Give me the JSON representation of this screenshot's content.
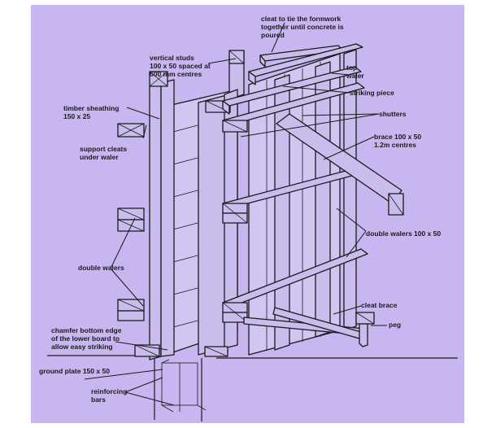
{
  "diagram": {
    "labels": {
      "cleat_top": "cleat to tie the formwork\ntogether until concrete is\npoured",
      "vertical_studs": "vertical studs\n100 x 50 spaced at\n600 mm centres",
      "top_waler": "top\nwaler",
      "striking_piece": "striking piece",
      "timber_sheathing": "timber sheathing\n150 x 25",
      "shutters": "shutters",
      "brace": "brace 100 x 50\n1.2m centres",
      "support_cleats": "support cleats\nunder waler",
      "double_walers_right": "double walers 100 x 50",
      "double_walers_left": "double walers",
      "cleat_brace": "cleat brace",
      "peg": "peg",
      "chamfer": "chamfer bottom edge\nof the lower board to\nallow easy striking",
      "ground_plate": "ground plate 150 x 50",
      "reinforcing_bars": "reinforcing\nbars"
    }
  }
}
